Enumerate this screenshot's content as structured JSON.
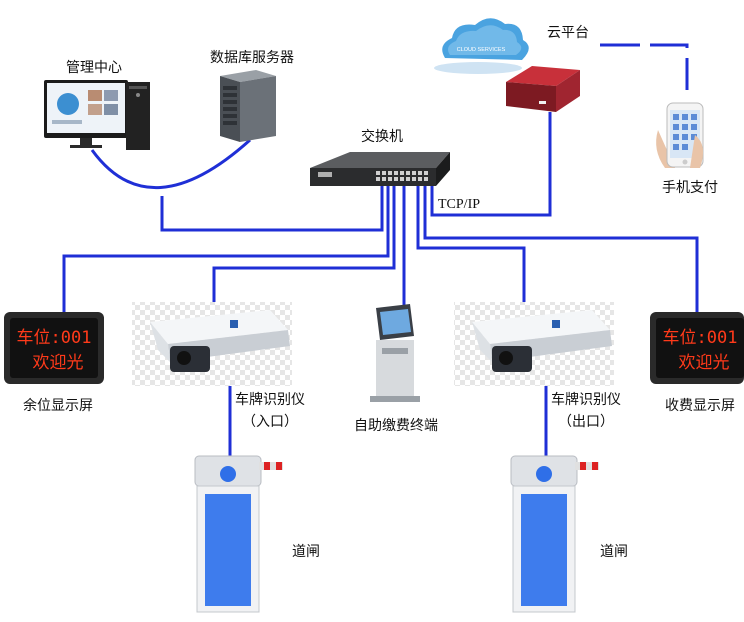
{
  "colors": {
    "wire": "#1f2fd6",
    "led_text": "#ff3a1a",
    "gate_panel": "#2f6fe8",
    "cloud": "#4aa3e0"
  },
  "labels": {
    "management": "管理中心",
    "db_server": "数据库服务器",
    "switch": "交换机",
    "cloud_platform": "云平台",
    "mobile_pay": "手机支付",
    "tcpip": "TCP/IP",
    "remaining_display": "余位显示屏",
    "plate_recognizer_in": "车牌识别仪",
    "plate_recognizer_in_sub": "（入口）",
    "self_pay_terminal": "自助缴费终端",
    "plate_recognizer_out": "车牌识别仪",
    "plate_recognizer_out_sub": "（出口）",
    "fee_display": "收费显示屏",
    "gate_left": "道闸",
    "gate_right": "道闸"
  },
  "cloud_text": "CLOUD SERVICES",
  "led_left": {
    "line1": "车位:001",
    "line2": "欢迎光"
  },
  "led_right": {
    "line1": "车位:001",
    "line2": "欢迎光"
  },
  "icons": {
    "computer": "desktop-computer-icon",
    "server": "tower-server-icon",
    "switch": "network-switch-icon",
    "cloud": "cloud-icon",
    "router": "router-box-icon",
    "phone": "smartphone-icon",
    "led": "led-display-icon",
    "camera": "license-plate-camera-icon",
    "kiosk": "self-service-kiosk-icon",
    "gate": "barrier-gate-icon"
  }
}
